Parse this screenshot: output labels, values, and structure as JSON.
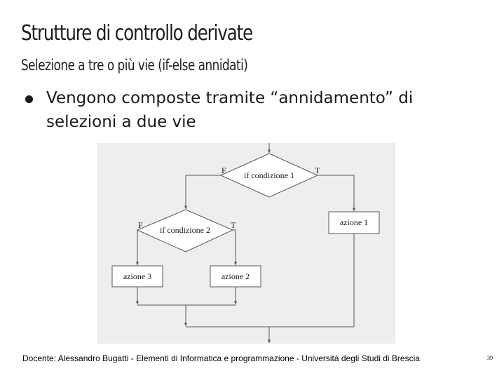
{
  "slide": {
    "title": "Strutture di controllo derivate",
    "subtitle": "Selezione a tre o più vie (if-else annidati)",
    "bullets": [
      "Vengono composte tramite “annidamento” di selezioni a due vie"
    ]
  },
  "flowchart": {
    "decision_outer": "if condizione 1",
    "decision_inner": "if condizione 2",
    "action_1": "azione 1",
    "action_2": "azione 2",
    "action_3": "azione 3",
    "false_label": "F",
    "true_label": "T"
  },
  "footer": {
    "text": "Docente: Alessandro Bugatti - Elementi di Informatica e programmazione - Università degli Studi di Brescia",
    "page_number": "39"
  },
  "colors": {
    "panel_background": "#eeeeee",
    "lines": "#555555",
    "text": "#1a1a1a"
  }
}
